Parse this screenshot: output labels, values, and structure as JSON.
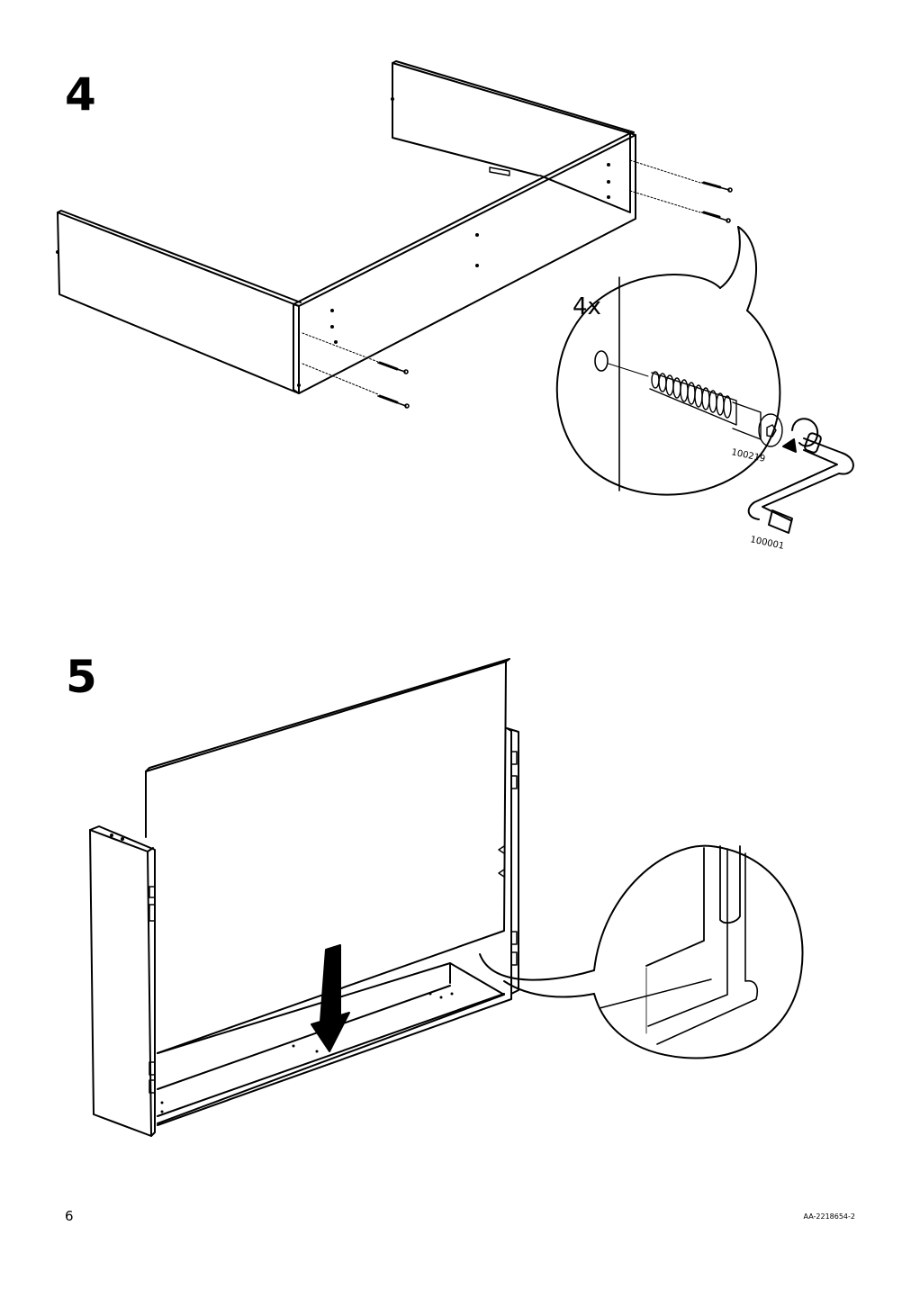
{
  "steps": [
    {
      "number": "4",
      "quantity": "4x",
      "screw_part": "100219",
      "tool_part": "100001"
    },
    {
      "number": "5"
    }
  ],
  "footer": {
    "page_number": "6",
    "doc_code": "AA-2218654-2"
  }
}
